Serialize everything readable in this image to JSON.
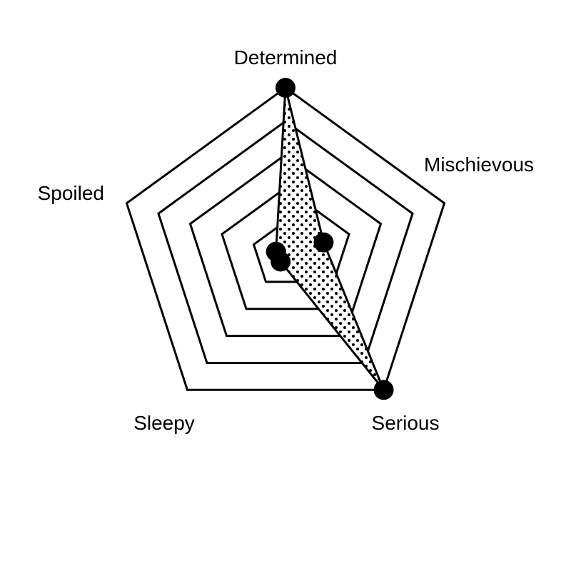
{
  "chart_data": {
    "type": "radar",
    "axes": [
      "Determined",
      "Mischievous",
      "Serious",
      "Sleepy",
      "Spoiled"
    ],
    "series": [
      {
        "values": [
          5,
          1.2,
          5,
          0.25,
          0.3
        ]
      }
    ],
    "rlim": [
      0,
      5
    ],
    "ring_levels": [
      1,
      2,
      3,
      4,
      5
    ],
    "grid": true,
    "fill_pattern": "dots",
    "colors": {
      "line": "#000000",
      "fill_dot": "#000000",
      "background": "#ffffff"
    }
  }
}
